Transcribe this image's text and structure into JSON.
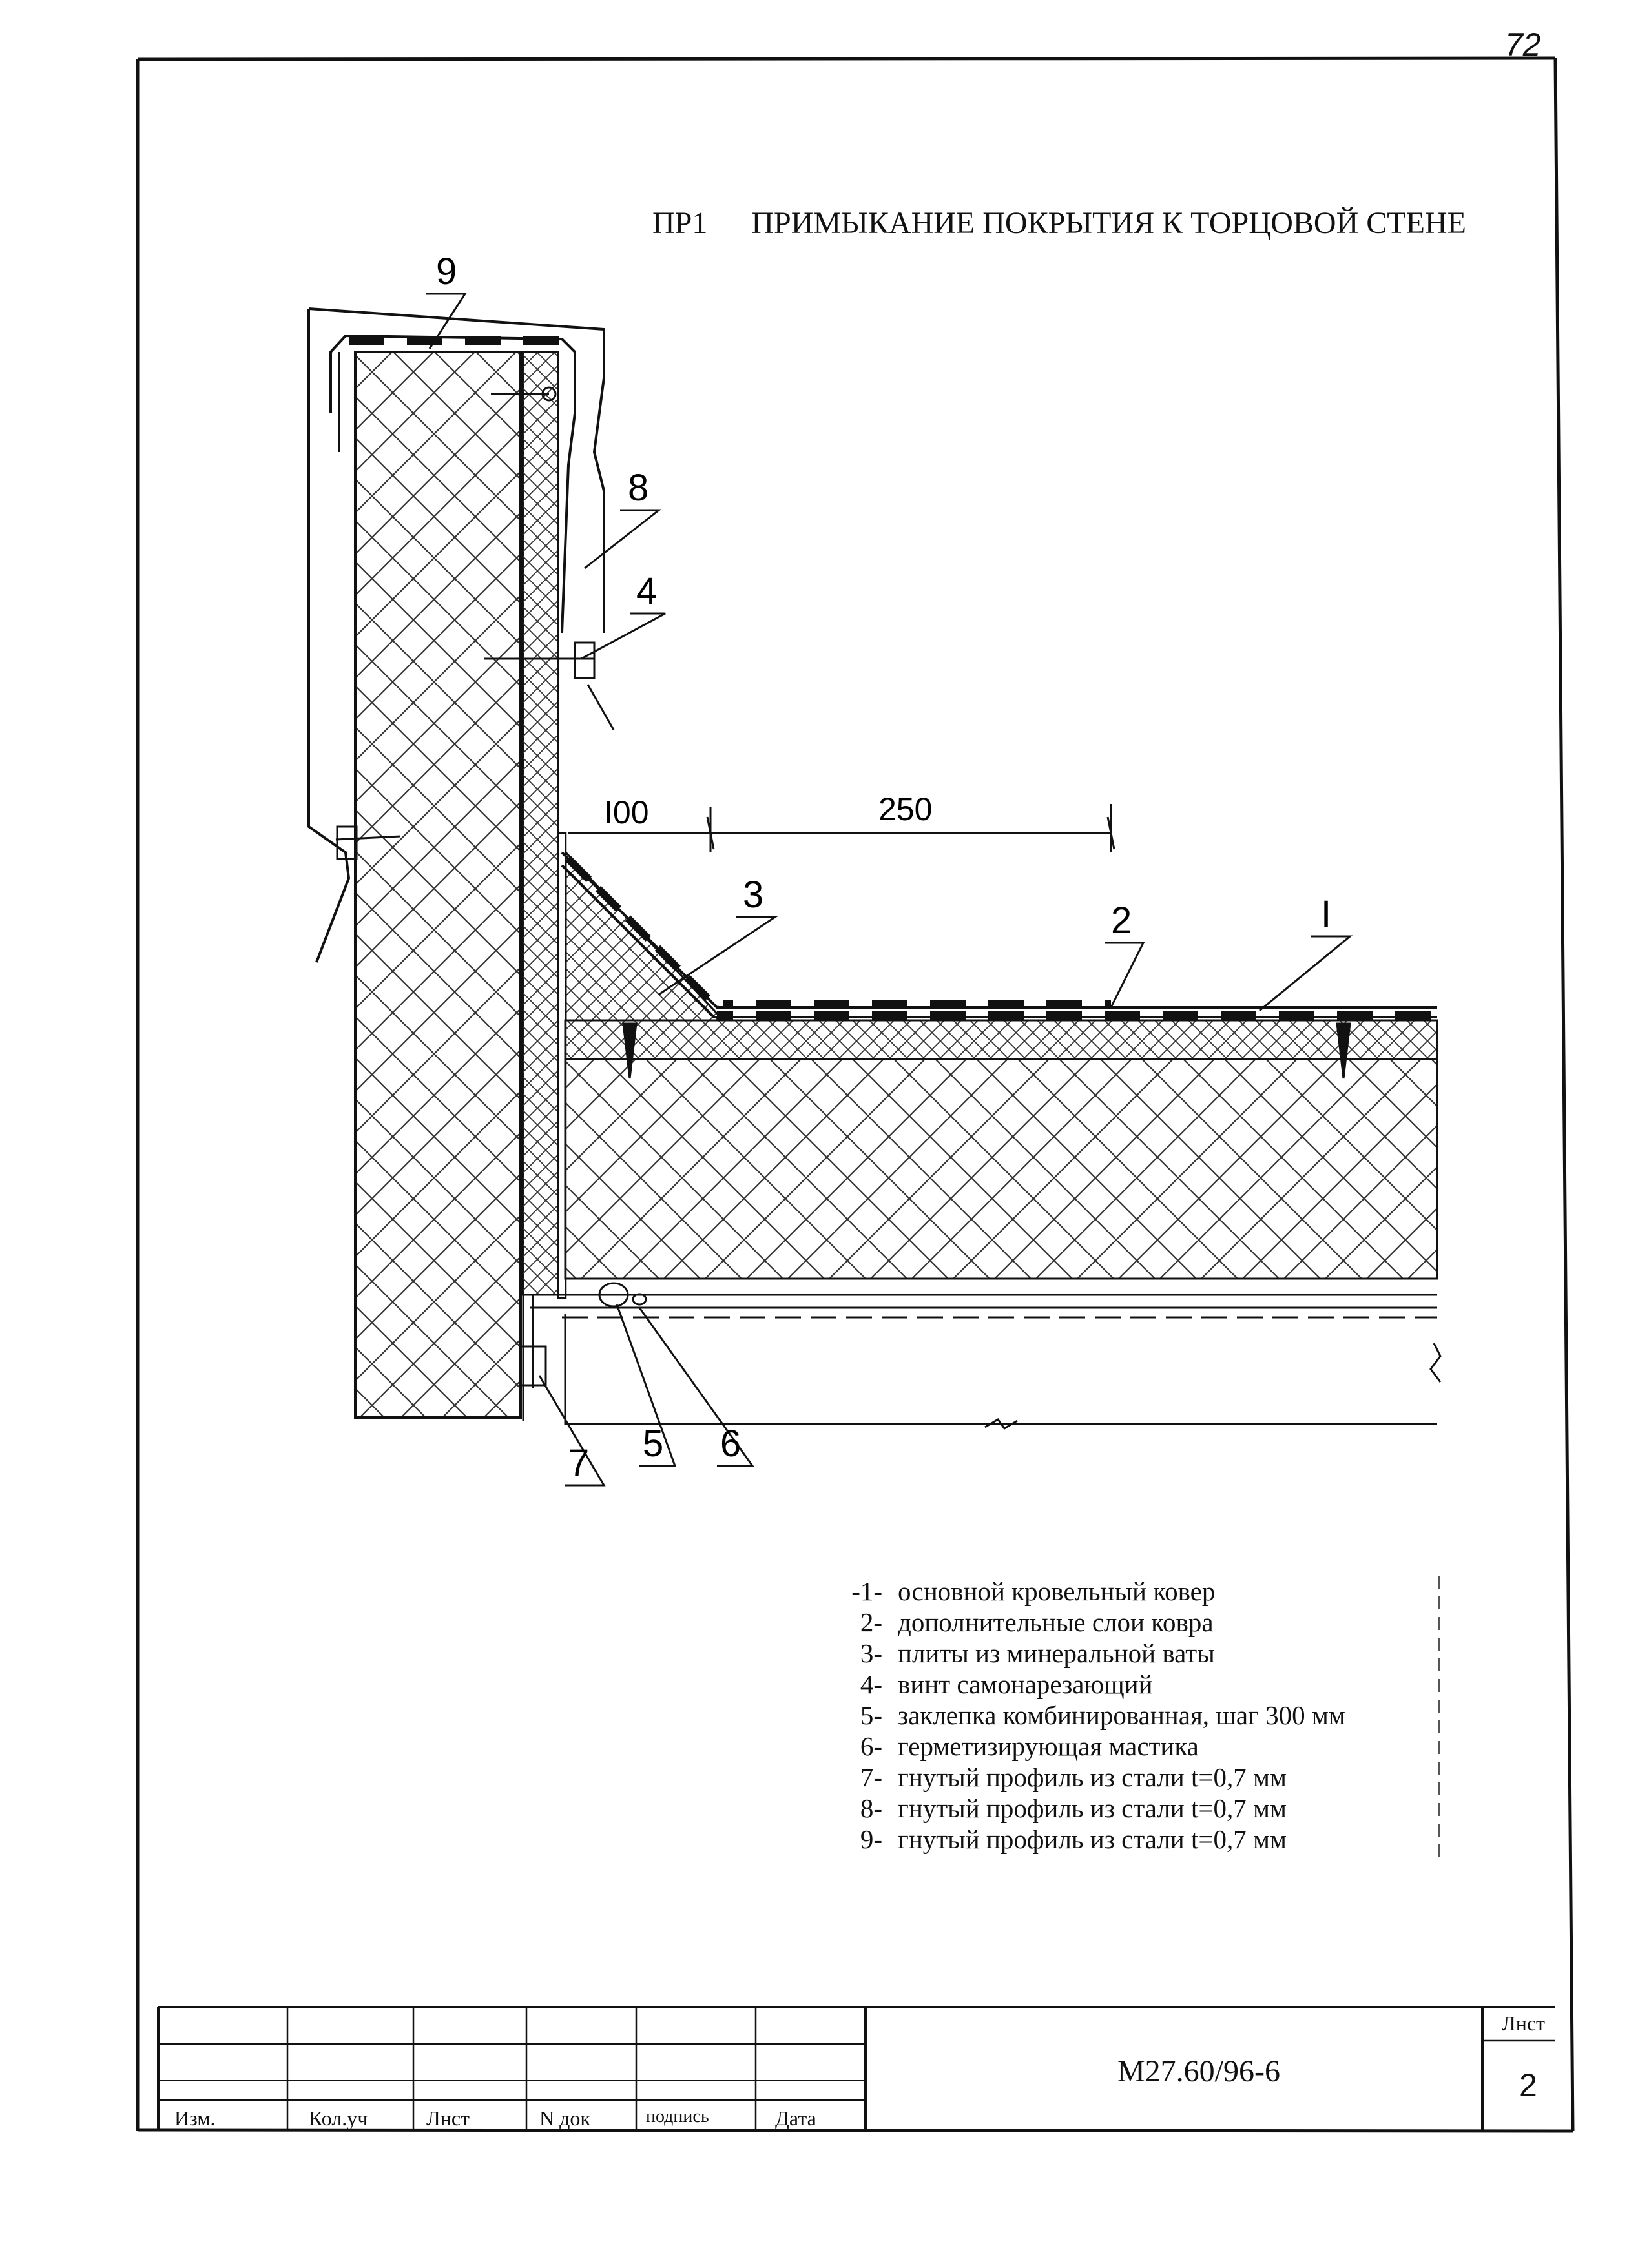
{
  "page_number": "72",
  "title": {
    "code": "ПР1",
    "text": "ПРИМЫКАНИЕ ПОКРЫТИЯ К ТОРЦОВОЙ СТЕНЕ"
  },
  "callouts": [
    "9",
    "8",
    "4",
    "3",
    "2",
    "I",
    "7",
    "5",
    "6"
  ],
  "dimensions": {
    "first": "I00",
    "second": "250"
  },
  "legend": [
    {
      "num": "-1-",
      "text": "основной кровельный ковер"
    },
    {
      "num": "2-",
      "text": "дополнительные слои ковра"
    },
    {
      "num": "3-",
      "text": "плиты из минеральной ваты"
    },
    {
      "num": "4-",
      "text": "винт самонарезающий"
    },
    {
      "num": "5-",
      "text": "заклепка комбинированная, шаг 300 мм"
    },
    {
      "num": "6-",
      "text": "герметизирующая мастика"
    },
    {
      "num": "7-",
      "text": "гнутый профиль из стали t=0,7 мм"
    },
    {
      "num": "8-",
      "text": "гнутый профиль из стали t=0,7 мм"
    },
    {
      "num": "9-",
      "text": "гнутый профиль из стали t=0,7 мм"
    }
  ],
  "title_block": {
    "columns": [
      "Изм.",
      "Кол.уч",
      "Лнст",
      "N док",
      "подпись",
      "Дата"
    ],
    "document_code": "М27.60/96-6",
    "sheet_label": "Лнст",
    "sheet_number": "2"
  }
}
